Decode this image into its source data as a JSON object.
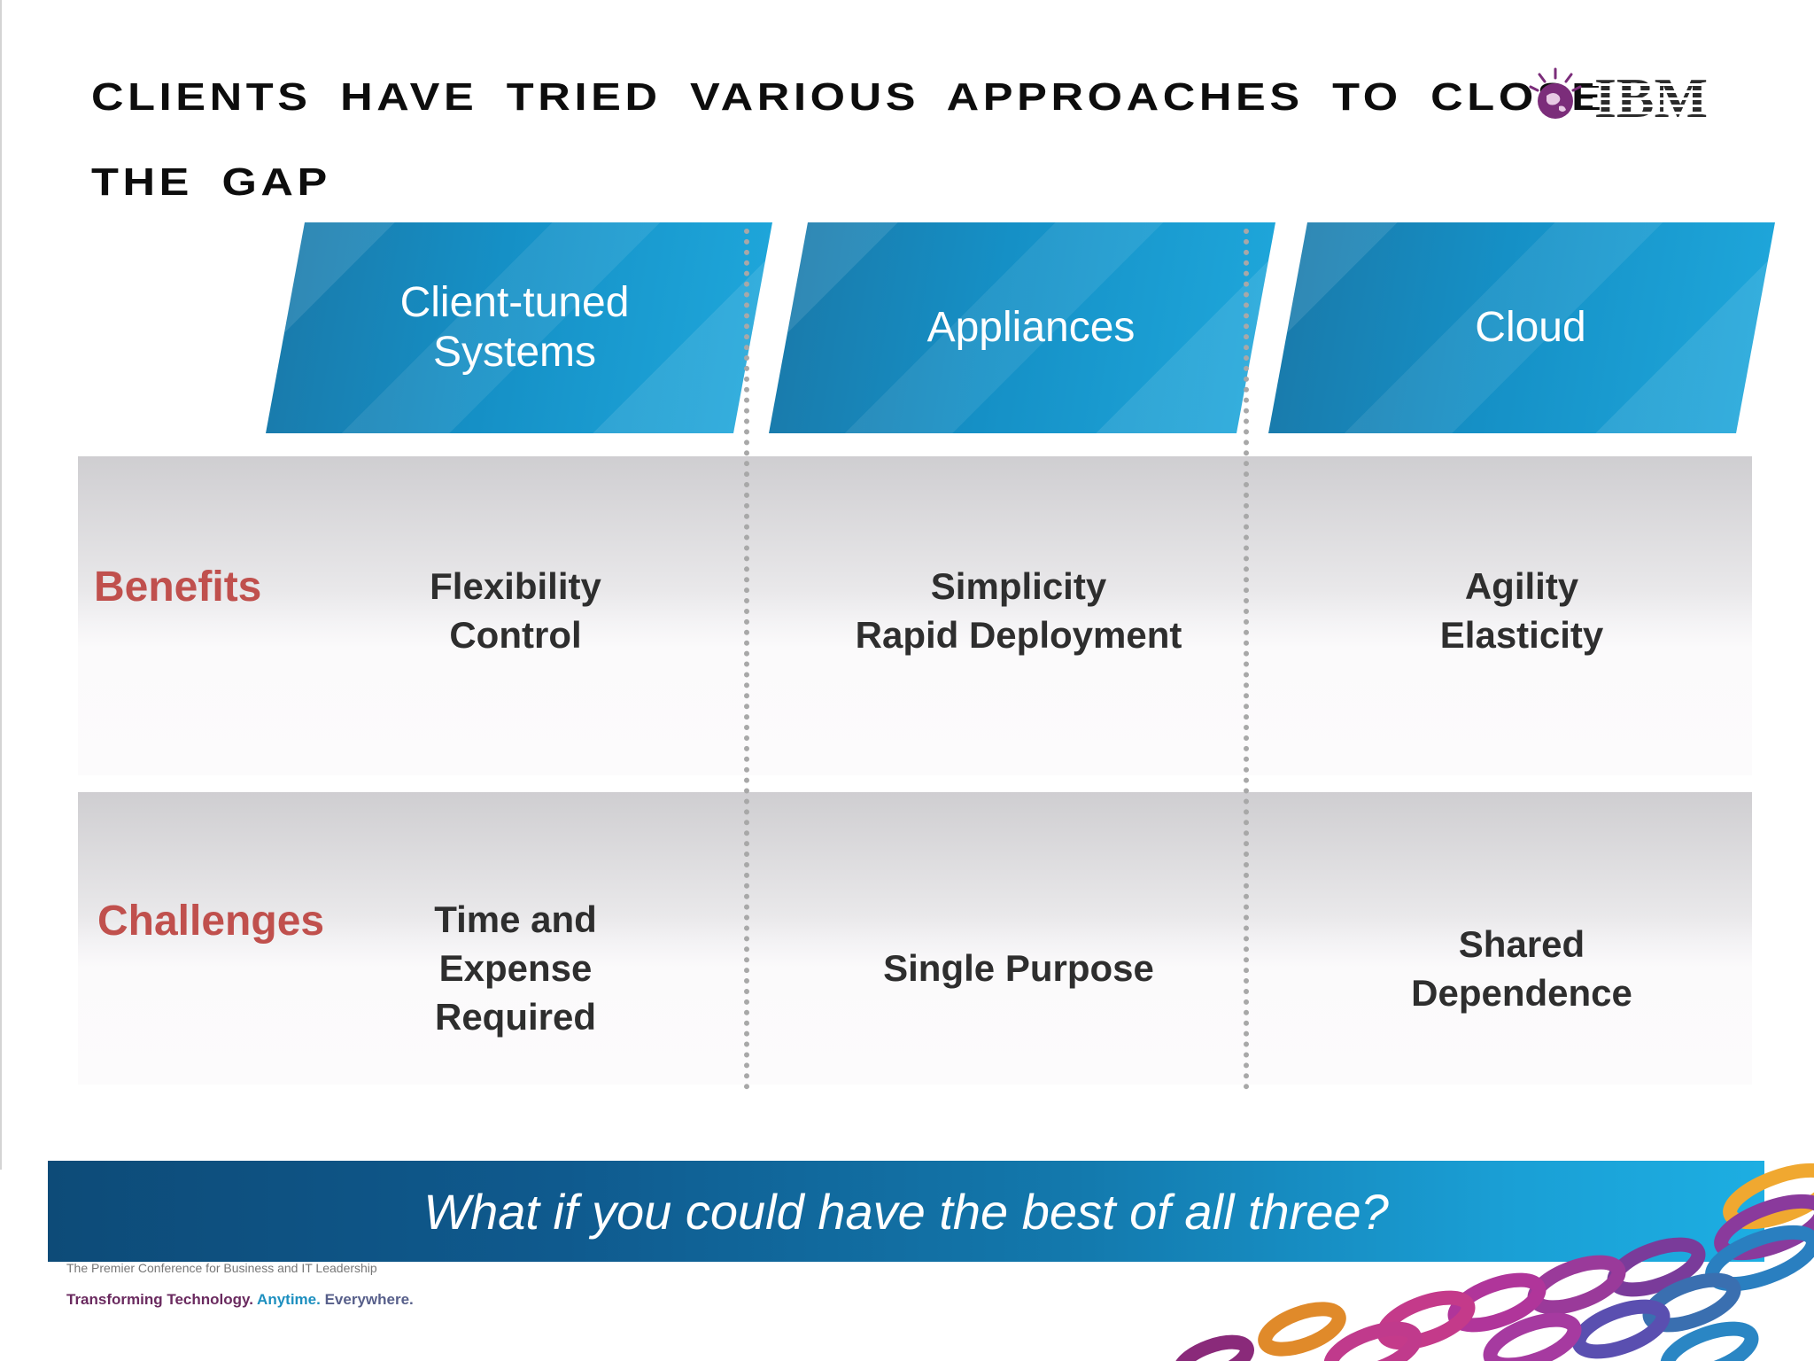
{
  "title": "Clients have tried various approaches to close the gap",
  "logo": {
    "text": "IBM"
  },
  "columns": [
    {
      "header": "Client-tuned Systems",
      "benefits": [
        "Flexibility",
        "Control"
      ],
      "challenges": [
        "Time and",
        "Expense",
        "Required"
      ]
    },
    {
      "header": "Appliances",
      "benefits": [
        "Simplicity",
        "Rapid Deployment"
      ],
      "challenges": [
        "Single Purpose"
      ]
    },
    {
      "header": "Cloud",
      "benefits": [
        "Agility",
        "Elasticity"
      ],
      "challenges": [
        "Shared",
        "Dependence"
      ]
    }
  ],
  "row_labels": {
    "benefits": "Benefits",
    "challenges": "Challenges"
  },
  "bottom_banner": "What if you could have the best of all three?",
  "footer": {
    "subtitle": "The Premier Conference for Business and IT Leadership",
    "tagline_1": "Transforming Technology.",
    "tagline_2": "Anytime.",
    "tagline_3": "Everywhere."
  },
  "colors": {
    "header_blue": "#1590c6",
    "row_label_red": "#c0504d",
    "cell_text": "#2e2e2e",
    "banner_dark": "#0d4b78",
    "banner_light": "#1daee2"
  }
}
